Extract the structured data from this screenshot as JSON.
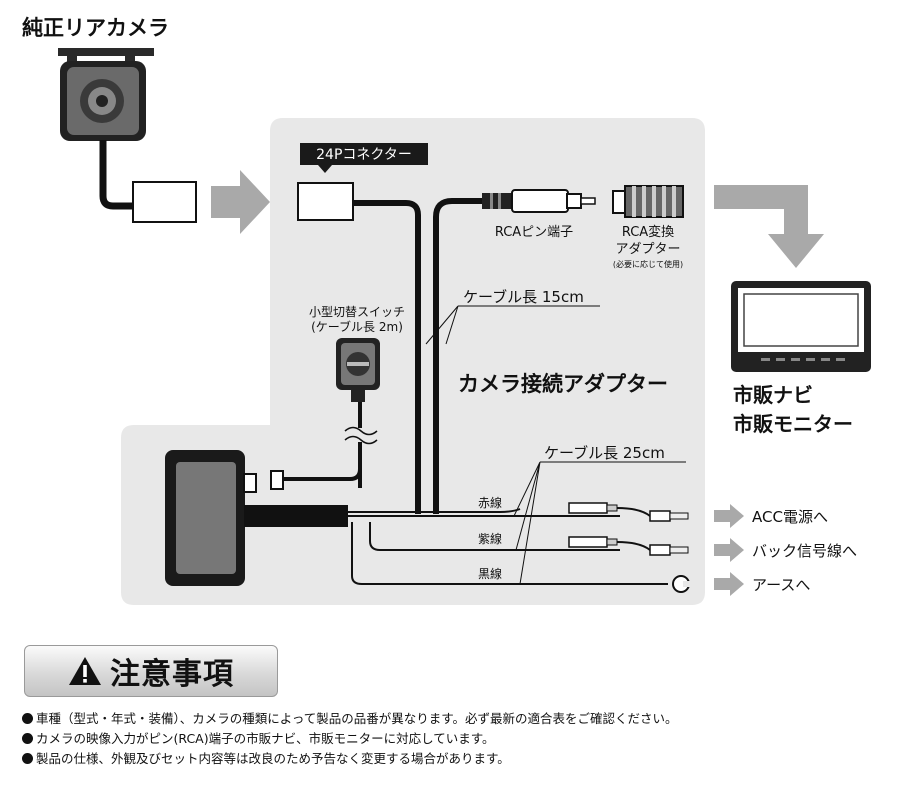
{
  "labels": {
    "genuine_camera": "純正リアカメラ",
    "connector_24p": "24Pコネクター",
    "rca_pin": "RCAピン端子",
    "rca_adapter_line1": "RCA変換",
    "rca_adapter_line2": "アダプター",
    "rca_adapter_note": "(必要に応じて使用)",
    "small_switch_line1": "小型切替スイッチ",
    "small_switch_line2": "(ケーブル長 2m)",
    "cable_15": "ケーブル長 15cm",
    "cable_25": "ケーブル長 25cm",
    "camera_adapter": "カメラ接続アダプター",
    "market_navi_line1": "市販ナビ",
    "market_navi_line2": "市販モニター",
    "wire_red": "赤線",
    "wire_purple": "紫線",
    "wire_black": "黒線",
    "acc": "ACC電源へ",
    "back": "バック信号線へ",
    "ground": "アースへ"
  },
  "notice": {
    "title": "注意事項",
    "items": [
      "車種（型式・年式・装備）、カメラの種類によって製品の品番が異なります。必ず最新の適合表をご確認ください。",
      "カメラの映像入力がピン(RCA)端子の市販ナビ、市販モニターに対応しています。",
      "製品の仕様、外観及びセット内容等は改良のため予告なく変更する場合があります。"
    ]
  },
  "colors": {
    "panel": "#e8e8e8",
    "arrow": "#a9a9a9",
    "cable": "#111111",
    "label_bg": "#1a1a1a"
  }
}
